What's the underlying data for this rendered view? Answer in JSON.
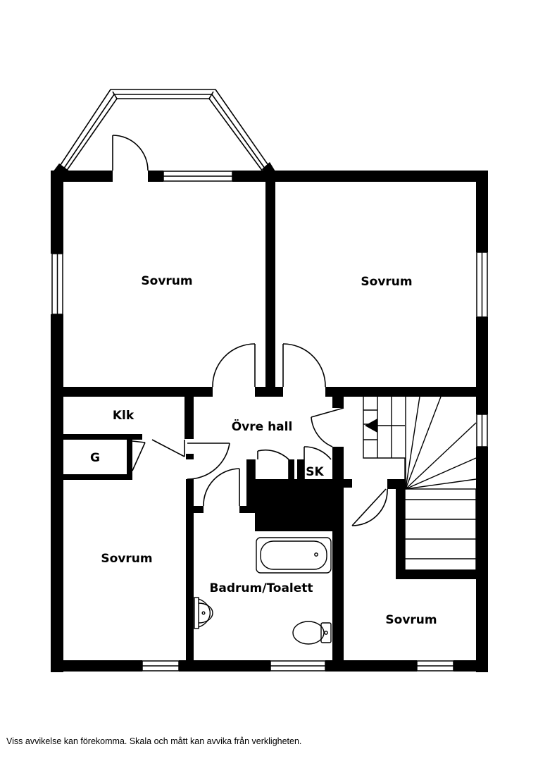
{
  "rooms": {
    "sovrum_upper_left": "Sovrum",
    "sovrum_upper_right": "Sovrum",
    "klk": "Klk",
    "g": "G",
    "ovre_hall": "Övre hall",
    "sk_left": "SK",
    "sk_right": "SK",
    "sovrum_lower_left": "Sovrum",
    "badrum": "Badrum/Toalett",
    "sovrum_lower_right": "Sovrum"
  },
  "footer": {
    "disclaimer": "Viss avvikelse kan förekomma. Skala och mått kan avvika från verkligheten."
  },
  "colors": {
    "wall": "#000000",
    "background": "#ffffff"
  }
}
